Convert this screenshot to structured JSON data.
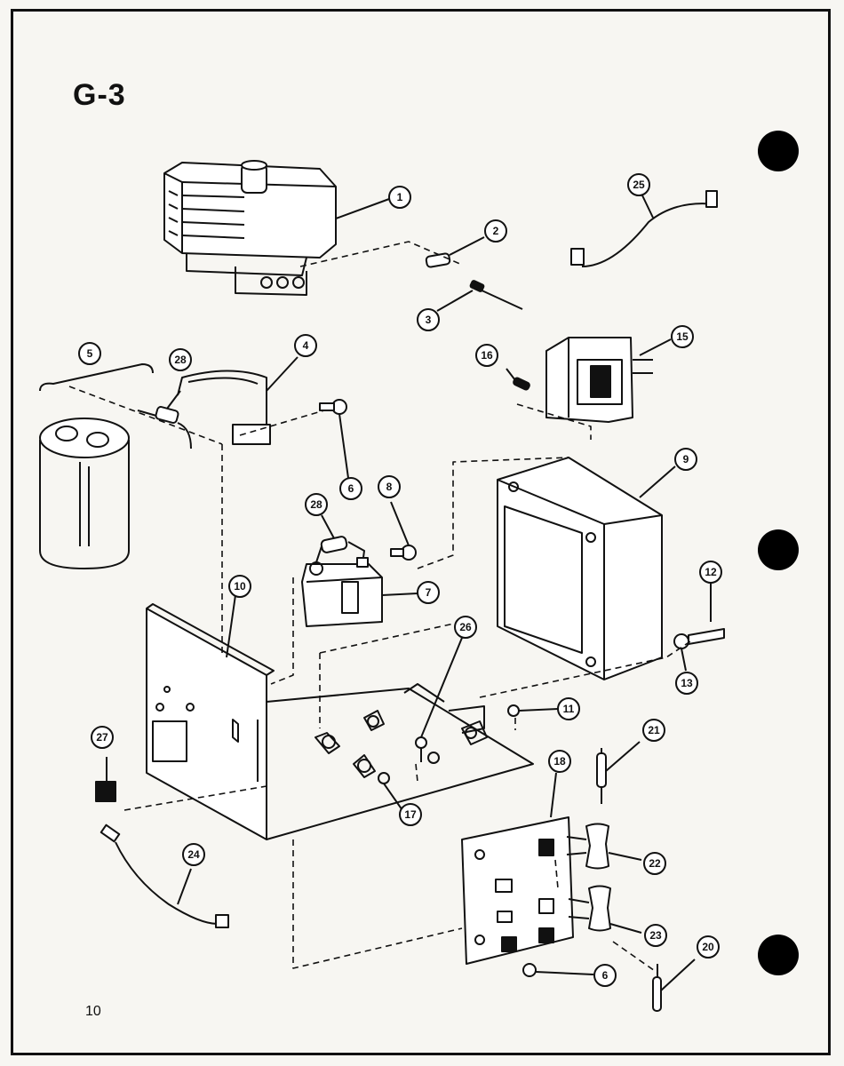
{
  "title": "G-3",
  "page_number": "10",
  "callouts": [
    "1",
    "2",
    "3",
    "4",
    "5",
    "28",
    "6",
    "8",
    "28",
    "7",
    "10",
    "26",
    "27",
    "11",
    "17",
    "16",
    "15",
    "9",
    "12",
    "13",
    "18",
    "21",
    "22",
    "23",
    "20",
    "24",
    "25",
    "6"
  ]
}
